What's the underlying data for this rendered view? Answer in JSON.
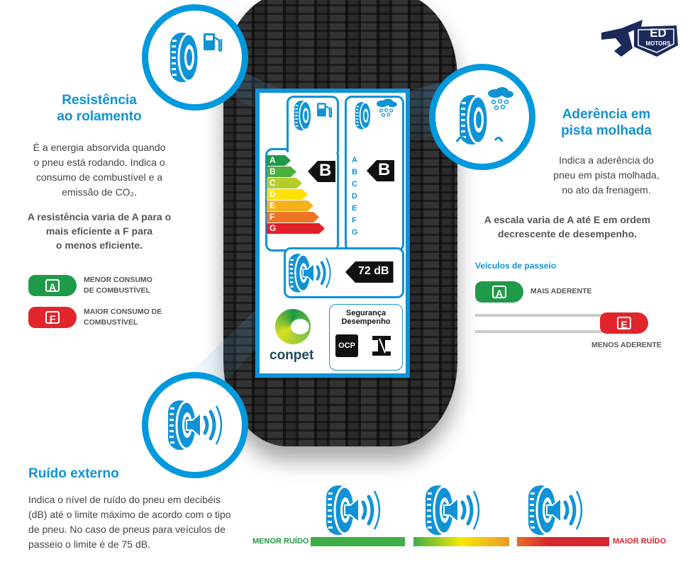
{
  "logo": {
    "line1": "ED",
    "line2": "MOTORS"
  },
  "rolling": {
    "title1": "Resistência",
    "title2": "ao rolamento",
    "desc": [
      "É a energia absorvida quando",
      "o pneu está rodando. Indica o",
      "consumo de combustível e a",
      "emissão de CO₂."
    ],
    "scale": [
      "A resistência varia de A para o",
      "mais eficiente a F para",
      "o menos eficiente."
    ],
    "legend": [
      {
        "grade": "A",
        "text1": "MENOR CONSUMO",
        "text2": "DE COMBUSTÍVEL",
        "color": "#1f9a48"
      },
      {
        "grade": "F",
        "text1": "MAIOR CONSUMO DE",
        "text2": "COMBUSTÍVEL",
        "color": "#e0262b"
      }
    ]
  },
  "wet": {
    "title1": "Aderência em",
    "title2": "pista molhada",
    "desc": [
      "Indica a aderência do",
      "pneu em pista molhada,",
      "no ato da frenagem."
    ],
    "scale": [
      "A escala varia de A até E em ordem",
      "decrescente de desempenho."
    ],
    "vehicles": "Veículos de passeio",
    "legend": [
      {
        "grade": "A",
        "text": "MAIS ADERENTE",
        "color": "#1f9a48"
      },
      {
        "grade": "E",
        "text": "MENOS ADERENTE",
        "color": "#e0262b"
      }
    ]
  },
  "noise": {
    "title": "Ruído externo",
    "desc": [
      "Indica o nível de ruído do pneu em decibéis",
      "(dB) até o limite máximo de acordo com o tipo",
      "de pneu. No caso de pneus para veículos de",
      "passeio o limite é de 75 dB."
    ],
    "low": "MENOR RUÍDO",
    "high": "MAIOR RUÍDO"
  },
  "label": {
    "fuel_bars": [
      {
        "g": "A",
        "c": "#1f9a48"
      },
      {
        "g": "B",
        "c": "#4caf3c"
      },
      {
        "g": "C",
        "c": "#b5cd2b"
      },
      {
        "g": "D",
        "c": "#ffe000"
      },
      {
        "g": "E",
        "c": "#f7b21b"
      },
      {
        "g": "F",
        "c": "#ef7423"
      },
      {
        "g": "G",
        "c": "#e3202a"
      }
    ],
    "fuel_grade": "B",
    "wet_letters": [
      "A",
      "B",
      "C",
      "D",
      "E",
      "F",
      "G"
    ],
    "wet_grade": "B",
    "noise_value": "72 dB",
    "brand": "conpet",
    "cert_title1": "Segurança",
    "cert_title2": "Desempenho",
    "ocp": "OCP"
  }
}
